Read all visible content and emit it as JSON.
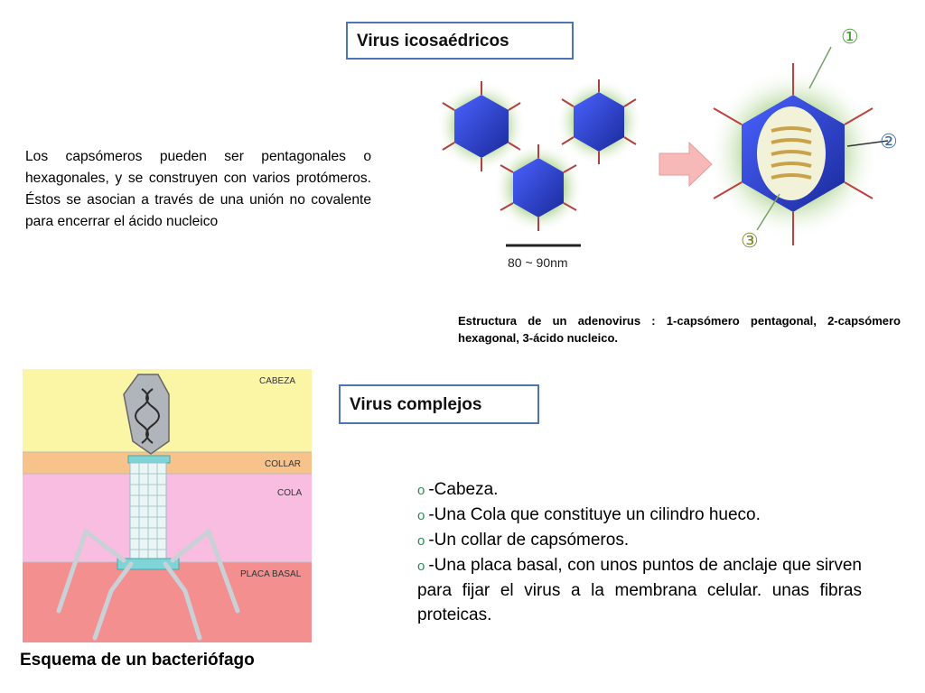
{
  "titles": {
    "icosahedral": "Virus icosaédricos",
    "complex": "Virus complejos"
  },
  "intro_text": "Los capsómeros pueden ser pentagonales o hexagonales, y se construyen con varios protómeros. Éstos se asocian a través de una unión no covalente para encerrar el ácido nucleico",
  "adenovirus_figure": {
    "scale_label": "80 ~ 90nm",
    "markers": [
      "①",
      "②",
      "③"
    ],
    "caption": "Estructura de un adenovirus : 1-capsómero pentagonal, 2-capsómero hexagonal, 3-ácido nucleico."
  },
  "phage_figure": {
    "regions": {
      "head": "CABEZA",
      "collar": "COLLAR",
      "tail": "COLA",
      "base": "PLACA BASAL"
    },
    "caption": "Esquema de un bacteriófago"
  },
  "complex_features": [
    "-Cabeza.",
    "-Una Cola que constituye un cilindro hueco.",
    "-Un collar de capsómeros.",
    "-Una placa basal, con unos puntos de anclaje que sirven para fijar el virus a la membrana celular. unas fibras proteicas."
  ],
  "colors": {
    "title_border": "#4f74b3",
    "bullet": "#2e8b57",
    "virus_blue": "#2a3fc9",
    "halo_green": "#b8d9a0",
    "arrow_pink": "#f7b8b8",
    "region_head": "#fbf5a6",
    "region_collar": "#f8c38a",
    "region_tail": "#f8bde0",
    "region_base": "#f48f8f"
  }
}
